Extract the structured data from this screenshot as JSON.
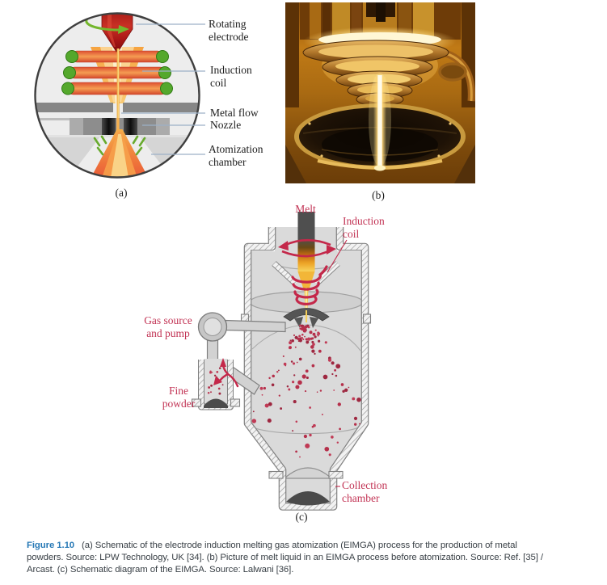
{
  "panel_a": {
    "letter": "(a)",
    "labels": {
      "rotating_electrode": [
        "Rotating",
        "electrode"
      ],
      "induction_coil": [
        "Induction",
        "coil"
      ],
      "metal_flow": "Metal flow",
      "nozzle": "Nozzle",
      "atomization_chamber": [
        "Atomization",
        "chamber"
      ]
    }
  },
  "panel_b": {
    "letter": "(b)"
  },
  "panel_c": {
    "letter": "(c)",
    "labels": {
      "melt": "Melt",
      "induction_coil": [
        "Induction",
        "coil"
      ],
      "gas_source": [
        "Gas source",
        "and pump"
      ],
      "fine_powder": [
        "Fine",
        "powder"
      ],
      "collection_chamber": [
        "Collection",
        "chamber"
      ]
    }
  },
  "caption": {
    "label": "Figure 1.10",
    "lines": [
      "(a) Schematic of the electrode induction melting gas atomization (EIMGA) process for the production of metal",
      "powders. Source: LPW Technology, UK [34]. (b) Picture of melt liquid in an EIMGA process before atomization. Source: Ref. [35] /",
      "Arcast. (c) Schematic diagram of the EIMGA. Source: Lalwani [36]."
    ]
  },
  "colors": {
    "label_red": "#c23354",
    "label_dark": "#1c1c1c",
    "caption_blue": "#2779b6",
    "leader_line": "#9db1c7",
    "particle_red": "#b52f4a"
  }
}
